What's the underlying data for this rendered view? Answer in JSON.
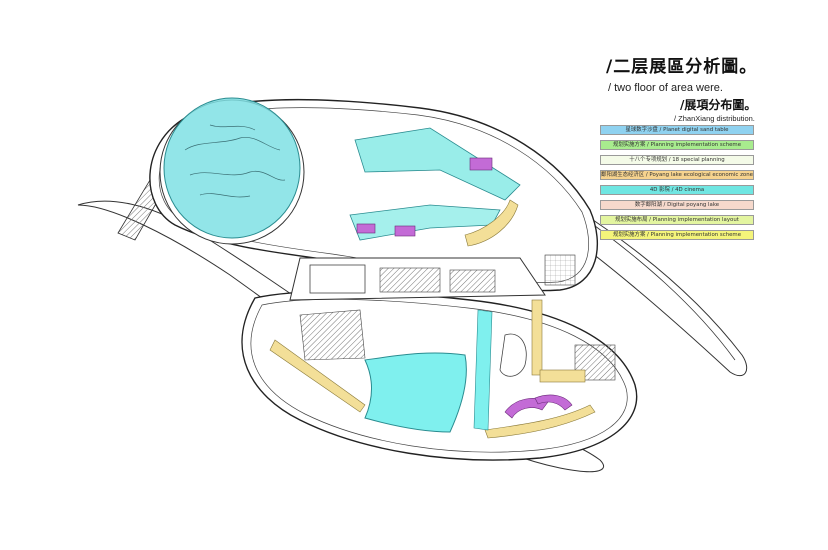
{
  "titles": {
    "main_cn": "/二层展區分析圖。",
    "main_en": "/ two floor of area were.",
    "sub_cn": "/展項分布圖。",
    "sub_en": "/ ZhanXiang distribution."
  },
  "legend": [
    {
      "label": "星球数字沙盘 / Planet digital sand table",
      "color": "#8fd2f0"
    },
    {
      "label": "规划实施方案 / Planning implementation scheme",
      "color": "#a8ec8e"
    },
    {
      "label": "十八个专项规划 / 18 special planning",
      "color": "#f4fbe8"
    },
    {
      "label": "鄱阳湖生态经济区 / Poyang lake ecological economic zone",
      "color": "#f6d38e"
    },
    {
      "label": "4D 影院 / 4D cinema",
      "color": "#6fe6e2"
    },
    {
      "label": "数字鄱阳湖 / Digital poyang lake",
      "color": "#f6d9cc"
    },
    {
      "label": "规划实施布局 / Planning implementation layout",
      "color": "#e3f5a0"
    },
    {
      "label": "规划实施方案 / Planning implementation scheme",
      "color": "#f4f47a"
    }
  ],
  "colors": {
    "planet": "#7fe0e4",
    "cinema": "#7ff0ee",
    "scheme": "#7fe9e4",
    "purple": "#c36bd6",
    "yellow": "#f3df98",
    "outline": "#222222"
  }
}
